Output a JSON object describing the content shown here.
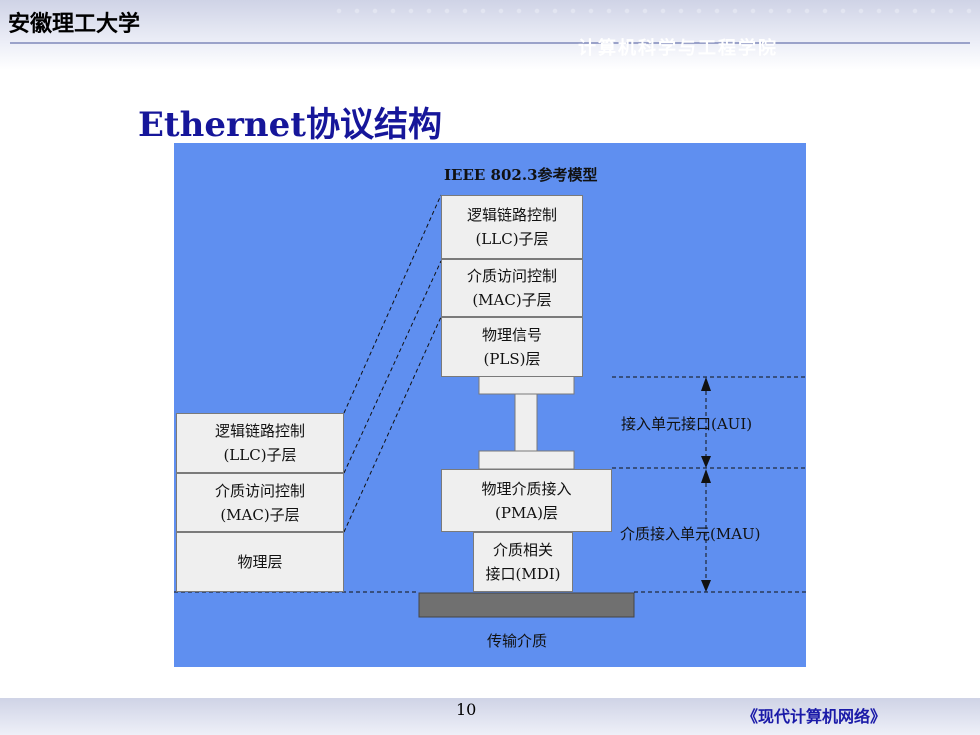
{
  "header": {
    "university": "安徽理工大学",
    "college": "计算机科学与工程学院"
  },
  "slide": {
    "title": "Ethernet协议结构"
  },
  "diagram": {
    "model_title": "IEEE 802.3参考模型",
    "right_stack": {
      "llc": [
        "逻辑链路控制",
        "(LLC)子层"
      ],
      "mac": [
        "介质访问控制",
        "(MAC)子层"
      ],
      "pls": [
        "物理信号",
        "(PLS)层"
      ],
      "pma": [
        "物理介质接入",
        "(PMA)层"
      ],
      "mdi": [
        "介质相关",
        "接口(MDI)"
      ]
    },
    "left_stack": {
      "llc": [
        "逻辑链路控制",
        "(LLC)子层"
      ],
      "mac": [
        "介质访问控制",
        "(MAC)子层"
      ],
      "phy": "物理层"
    },
    "aui_label": "接入单元接口(AUI)",
    "mau_label": "介质接入单元(MAU)",
    "medium_label": "传输介质"
  },
  "footer": {
    "page_number": "10",
    "book_title": "《现代计算机网络》"
  }
}
